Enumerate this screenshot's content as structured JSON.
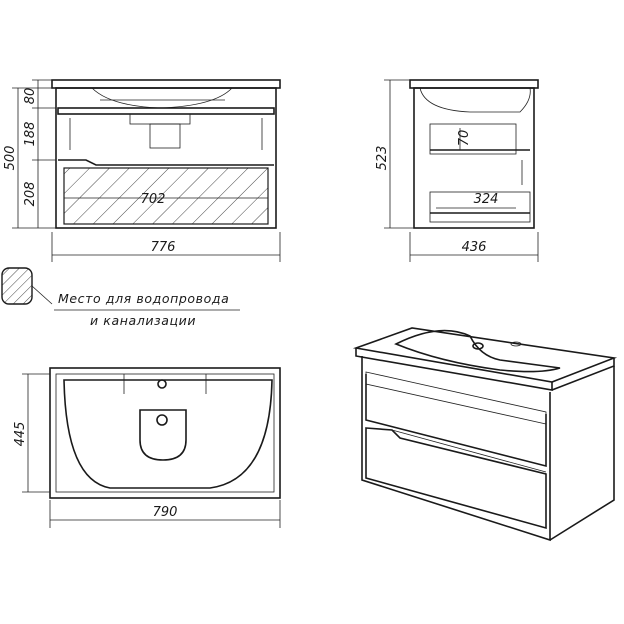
{
  "dimensions": {
    "front_width": "776",
    "inner_width": "702",
    "height_total": "500",
    "height_top": "80",
    "height_drawer1": "188",
    "height_drawer2": "208",
    "side_height": "523",
    "side_depth": "436",
    "side_drawer_depth": "324",
    "side_drawer_offset": "70",
    "top_depth": "445",
    "top_width": "790"
  },
  "legend": {
    "line1": "Место для водопровода",
    "line2": "и канализации"
  },
  "colors": {
    "line": "#1a1a1a",
    "background": "#ffffff"
  },
  "icons": {
    "hatch_swatch": "hatched-area-icon"
  }
}
